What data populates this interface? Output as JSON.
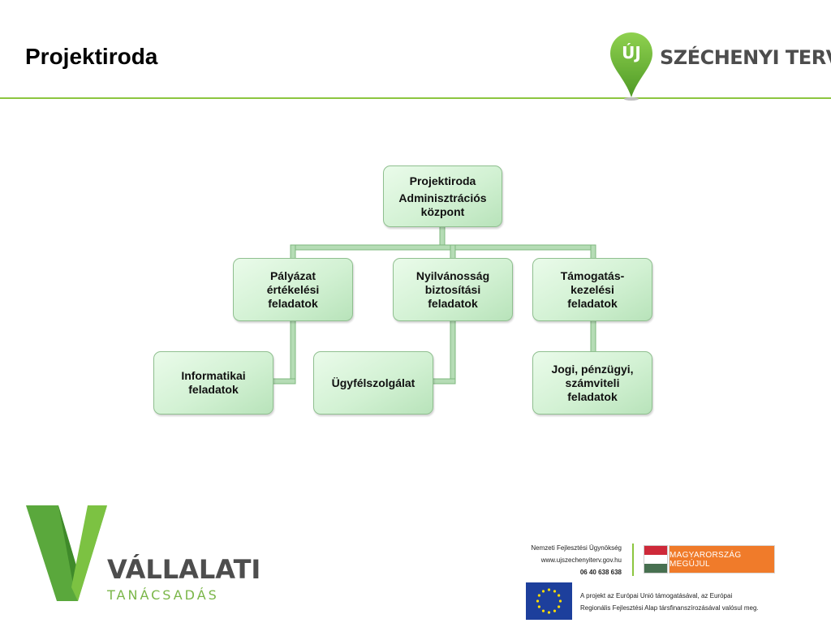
{
  "page": {
    "title": "Projektiroda"
  },
  "logo_top": {
    "badge": "ÚJ",
    "name": "SZÉCHENYI TERV"
  },
  "org_chart": {
    "root": {
      "lines": [
        "Projektiroda",
        "Adminisztrációs központ"
      ]
    },
    "level1": [
      {
        "label": "Pályázat értékelési feladatok"
      },
      {
        "label": "Nyilvánosság biztosítási feladatok"
      },
      {
        "label": "Támogatás-kezelési feladatok"
      }
    ],
    "level2": [
      {
        "label": "Informatikai feladatok"
      },
      {
        "label": "Ügyfélszolgálat"
      },
      {
        "label": "Jogi, pénzügyi, számviteli feladatok"
      }
    ],
    "colors": {
      "node_border": "#8fbf8f",
      "connector": "#b5dcb5",
      "connector_edge": "#7fb87f"
    }
  },
  "brand": {
    "name": "VÁLLALATI",
    "subtitle": "TANÁCSADÁS",
    "accent": "#7ab648"
  },
  "partners": {
    "agency": "Nemzeti Fejlesztési Ügynökség",
    "website": "www.ujszechenyiterv.gov.hu",
    "phone": "06 40 638 638",
    "slogan": "MAGYARORSZÁG MEGÚJUL",
    "eu_line1": "A projekt az Európai Unió támogatásával, az Európai",
    "eu_line2": "Regionális Fejlesztési Alap társfinanszírozásával valósul meg."
  }
}
